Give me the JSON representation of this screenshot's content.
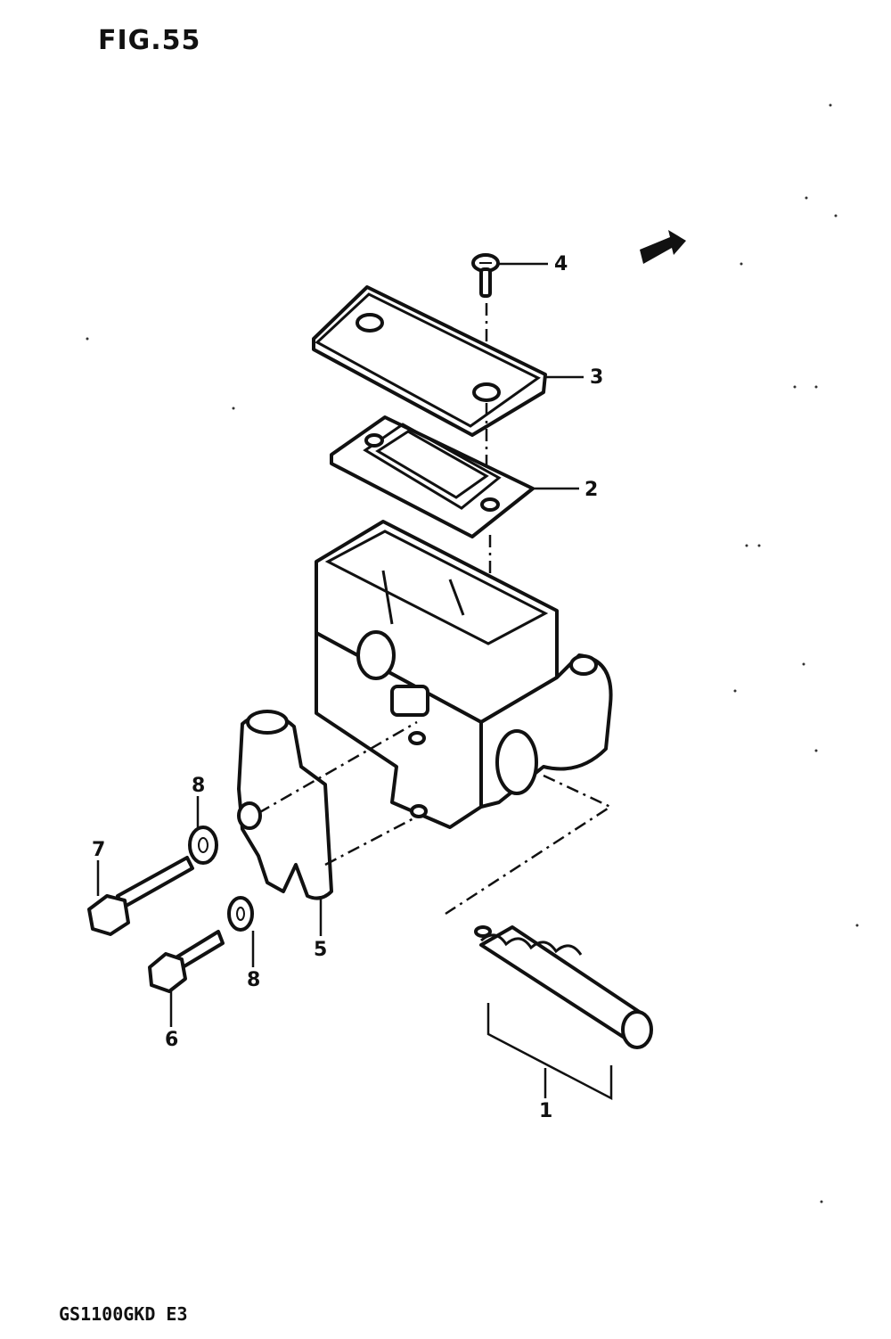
{
  "figure": {
    "title": "FIG.55",
    "model_code": "GS1100GKD E3"
  },
  "callouts": {
    "p1": "1",
    "p2": "2",
    "p3": "3",
    "p4": "4",
    "p5": "5",
    "p6": "6",
    "p7": "7",
    "p8a": "8",
    "p8b": "8"
  },
  "parts": [
    {
      "number": "1",
      "name": "piston-spring-set"
    },
    {
      "number": "2",
      "name": "reservoir-diaphragm"
    },
    {
      "number": "3",
      "name": "reservoir-cap"
    },
    {
      "number": "4",
      "name": "cap-screw"
    },
    {
      "number": "5",
      "name": "master-cylinder-clamp"
    },
    {
      "number": "6",
      "name": "clamp-bolt-short"
    },
    {
      "number": "7",
      "name": "clamp-bolt-long"
    },
    {
      "number": "8",
      "name": "washer"
    }
  ],
  "icons": {
    "front_arrow": "front-arrow-icon"
  }
}
